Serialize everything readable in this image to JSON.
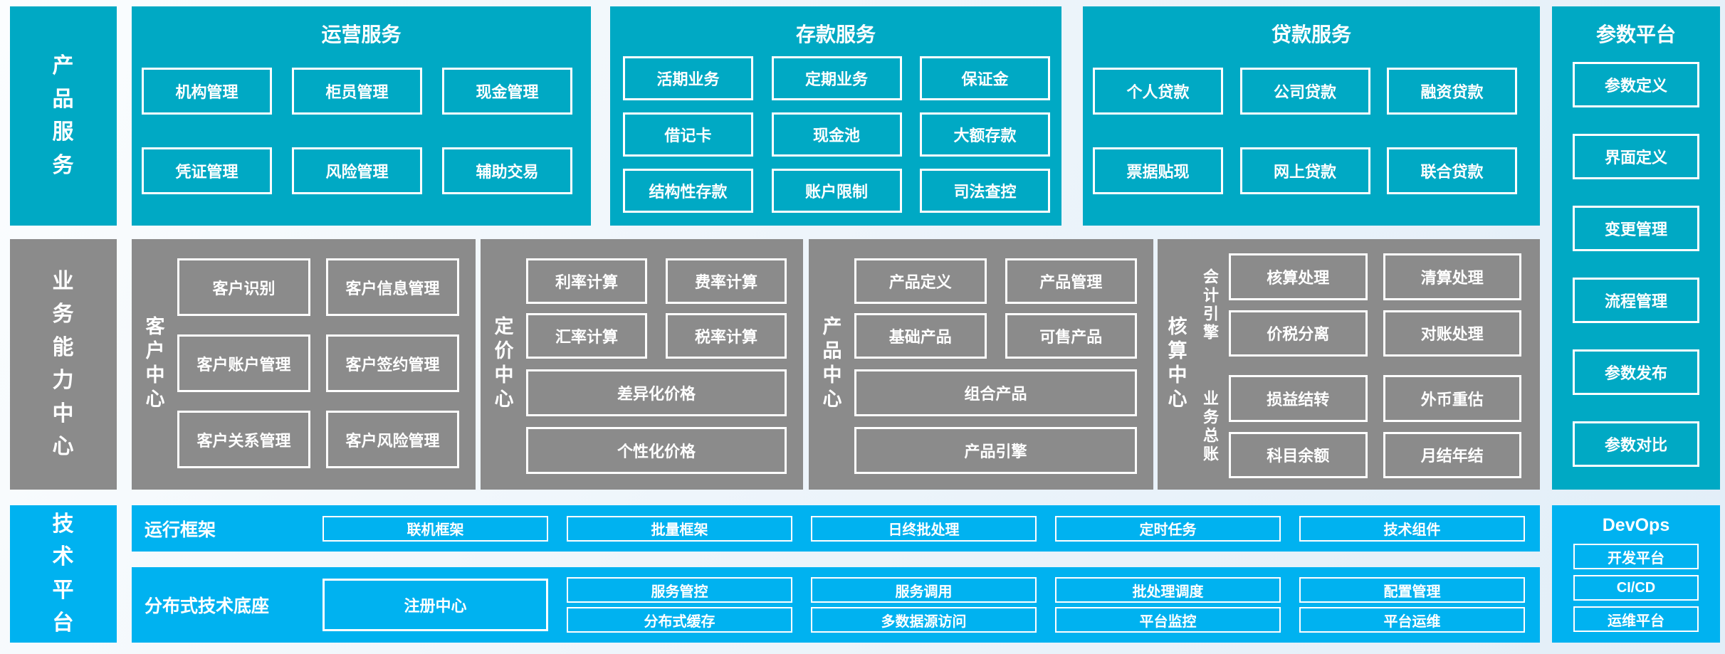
{
  "palette": {
    "teal": "#00a9c4",
    "gray": "#8b8b8b",
    "bright_blue": "#00b2f0",
    "box_border": "#ffffff",
    "background": "#eef5fb"
  },
  "left_rail": {
    "product_services_label": "产品服务",
    "business_capability_label": "业务能力中心",
    "tech_platform_label": "技术平台"
  },
  "product_services_row": {
    "operations": {
      "title": "运营服务",
      "items": [
        "机构管理",
        "柜员管理",
        "现金管理",
        "凭证管理",
        "风险管理",
        "辅助交易"
      ]
    },
    "deposit": {
      "title": "存款服务",
      "items": [
        "活期业务",
        "定期业务",
        "保证金",
        "借记卡",
        "现金池",
        "大额存款",
        "结构性存款",
        "账户限制",
        "司法查控"
      ]
    },
    "loan": {
      "title": "贷款服务",
      "items": [
        "个人贷款",
        "公司贷款",
        "融资贷款",
        "票据贴现",
        "网上贷款",
        "联合贷款"
      ]
    }
  },
  "parameter_platform": {
    "title": "参数平台",
    "items": [
      "参数定义",
      "界面定义",
      "变更管理",
      "流程管理",
      "参数发布",
      "参数对比"
    ]
  },
  "capability_band": {
    "customer_center": {
      "label": "客户中心",
      "items": [
        "客户识别",
        "客户信息管理",
        "客户账户管理",
        "客户签约管理",
        "客户关系管理",
        "客户风险管理"
      ]
    },
    "pricing_center": {
      "label": "定价中心",
      "small_items": [
        "利率计算",
        "费率计算",
        "汇率计算",
        "税率计算"
      ],
      "wide_items": [
        "差异化价格",
        "个性化价格"
      ]
    },
    "product_center": {
      "label": "产品中心",
      "small_items": [
        "产品定义",
        "产品管理",
        "基础产品",
        "可售产品"
      ],
      "wide_items": [
        "组合产品",
        "产品引擎"
      ]
    },
    "accounting_center": {
      "label": "核算中心",
      "groups": [
        {
          "label": "会计引擎",
          "items": [
            "核算处理",
            "清算处理",
            "价税分离",
            "对账处理"
          ]
        },
        {
          "label": "业务总账",
          "items": [
            "损益结转",
            "外币重估",
            "科目余额",
            "月结年结"
          ]
        }
      ]
    }
  },
  "tech_platform_section": {
    "runtime": {
      "label": "运行框架",
      "items": [
        "联机框架",
        "批量框架",
        "日终批处理",
        "定时任务",
        "技术组件"
      ]
    },
    "distributed": {
      "label": "分布式技术底座",
      "registry_item": "注册中心",
      "grid_row1": [
        "服务管控",
        "服务调用",
        "批处理调度",
        "配置管理"
      ],
      "grid_row2": [
        "分布式缓存",
        "多数据源访问",
        "平台监控",
        "平台运维"
      ]
    },
    "devops": {
      "title": "DevOps",
      "items": [
        "开发平台",
        "CI/CD",
        "运维平台"
      ]
    }
  }
}
